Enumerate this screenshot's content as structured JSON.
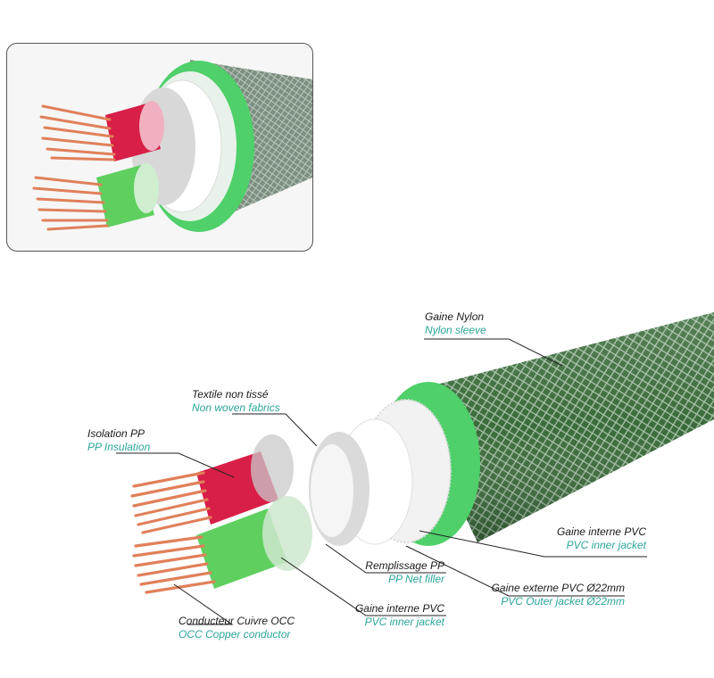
{
  "colors": {
    "label_fr": "#1a1a1a",
    "label_en": "#2aa59a",
    "nylon_green": "#3a6b3a",
    "jacket_green": "#4fd06a",
    "insulation_red": "#d81f47",
    "insulation_green": "#5fd060",
    "copper": "#e0805a"
  },
  "labels": {
    "nylon_sleeve": {
      "fr": "Gaine Nylon",
      "en": "Nylon sleeve"
    },
    "non_woven": {
      "fr": "Textile non tissé",
      "en": "Non woven fabrics"
    },
    "pp_insulation": {
      "fr": "Isolation PP",
      "en": "PP Insulation"
    },
    "pvc_inner_right": {
      "fr": "Gaine interne PVC",
      "en": "PVC inner jacket"
    },
    "pvc_outer": {
      "fr": "Gaine externe PVC Ø22mm",
      "en": "PVC Outer jacket Ø22mm"
    },
    "pp_filler": {
      "fr": "Remplissage PP",
      "en": "PP Net filler"
    },
    "pvc_inner_bottom": {
      "fr": "Gaine interne PVC",
      "en": "PVC inner jacket"
    },
    "copper_conductor": {
      "fr": "Conducteur Cuivre OCC",
      "en": "OCC Copper conductor"
    }
  }
}
